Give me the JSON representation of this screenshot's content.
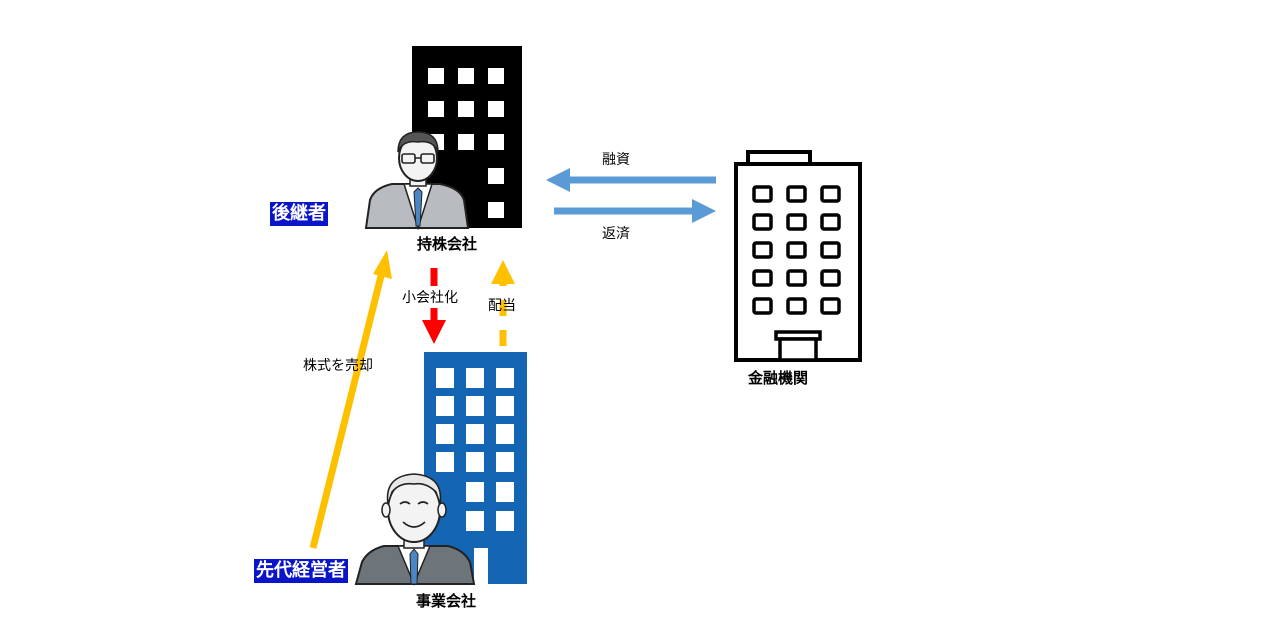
{
  "nodes": {
    "holding_company": "持株会社",
    "operating_company": "事業会社",
    "financial_institution": "金融機関"
  },
  "roles": {
    "successor": "後継者",
    "predecessor": "先代経営者"
  },
  "flows": {
    "loan": "融資",
    "repayment": "返済",
    "subsidiary": "小会社化",
    "dividend": "配当",
    "share_sale": "株式を売却"
  },
  "colors": {
    "holding_building": "#000000",
    "operating_building": "#1466b5",
    "loan_arrows": "#5b9bd5",
    "subsidiary_arrow": "#ff0000",
    "dividend_arrow": "#ffc000",
    "share_sale_arrow": "#ffc000",
    "role_tag_bg": "#0a14c8"
  }
}
